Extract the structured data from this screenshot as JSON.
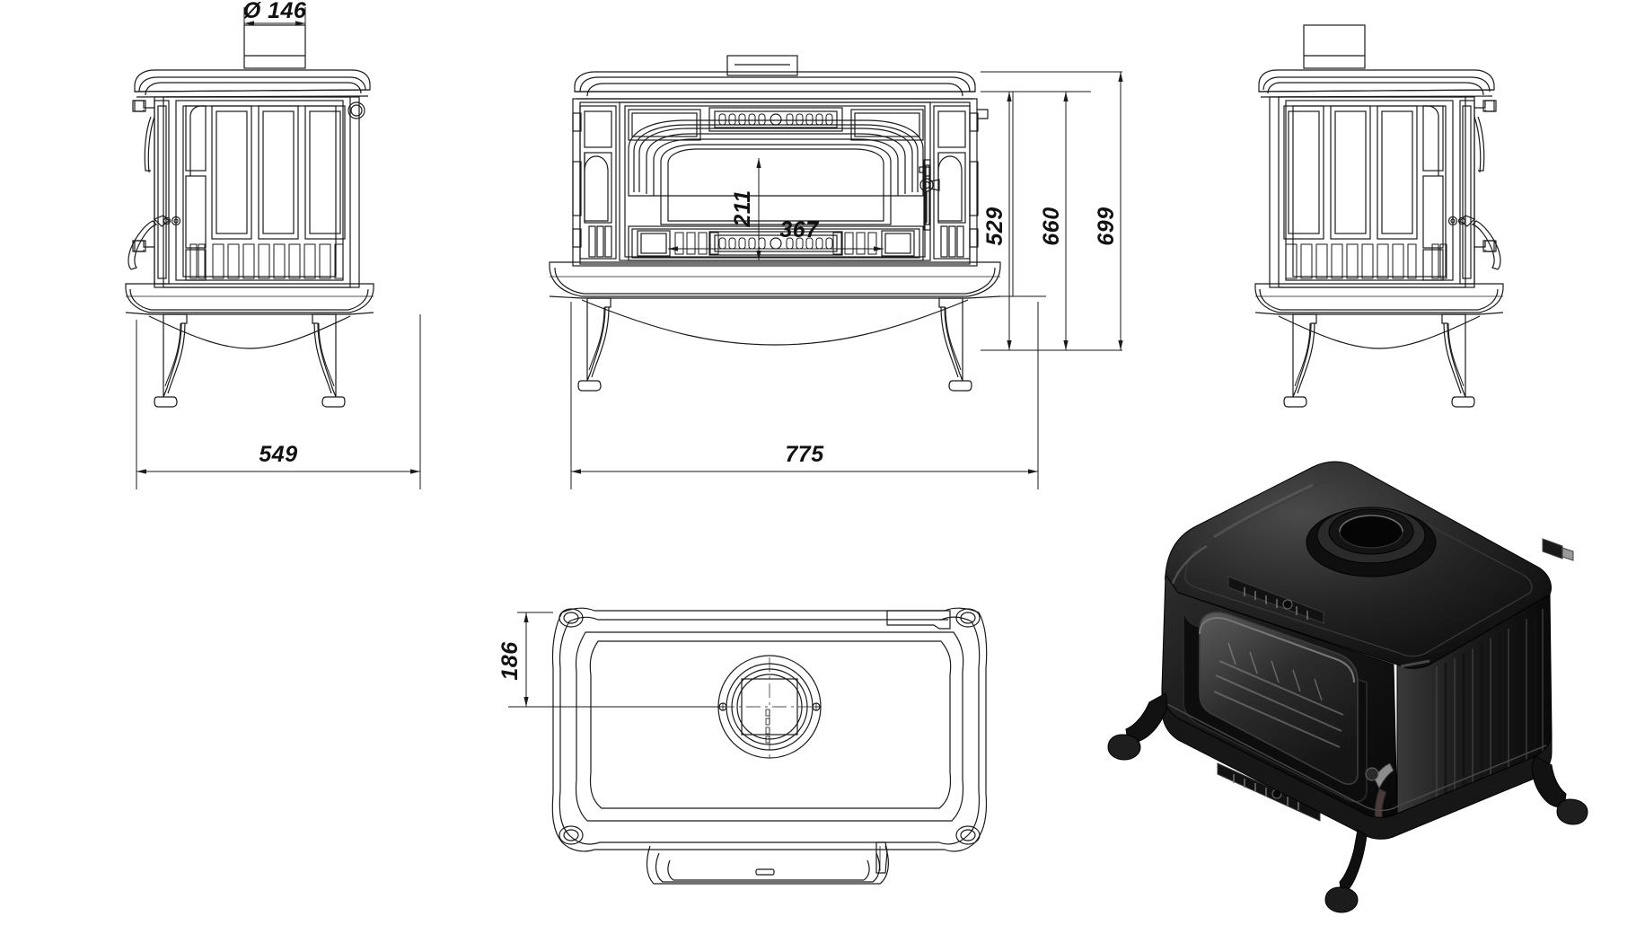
{
  "drawing": {
    "type": "technical-dimensional-drawing",
    "subject": "cast iron wood burning stove",
    "units": "mm",
    "line_color": "#1a1a1a",
    "background_color": "#ffffff"
  },
  "views": {
    "left_side": {
      "name": "left side elevation"
    },
    "front": {
      "name": "front elevation"
    },
    "right_side": {
      "name": "right side elevation"
    },
    "top": {
      "name": "top plan view"
    },
    "render": {
      "name": "isometric 3d render",
      "body_color": "#111111"
    }
  },
  "dimensions": {
    "flue_diameter": "Ø 146",
    "depth": "549",
    "width": "775",
    "door_opening_height": "211",
    "door_opening_width": "367",
    "height_to_rear_outlet": "529",
    "height_body": "660",
    "height_overall": "699",
    "flue_center_from_front": "186"
  }
}
